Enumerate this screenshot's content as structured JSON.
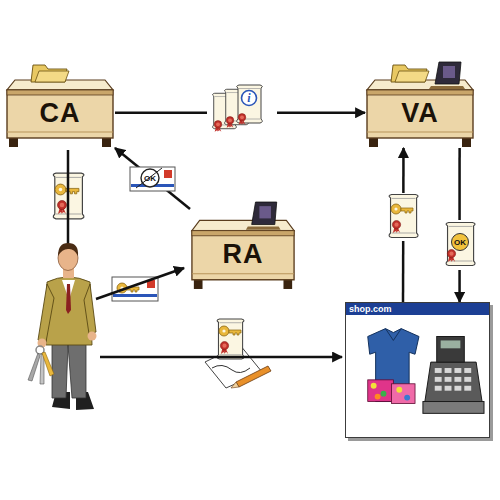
{
  "diagram": {
    "nodes": [
      {
        "text": [
          "CA"
        ]
      },
      {
        "text": [
          "VA"
        ]
      },
      {
        "text": [
          "RA"
        ]
      },
      {
        "text": [
          "shop.com"
        ]
      }
    ],
    "edges": [
      {
        "from": 0,
        "to": 1,
        "arrow": "to"
      },
      {
        "from": 2,
        "to": 0,
        "arrow": "to"
      },
      {
        "from": 3,
        "to": 1,
        "arrow": "to"
      },
      {
        "from": 1,
        "to": 3,
        "arrow": "to"
      }
    ],
    "labels": [
      "i",
      "OK",
      "OK"
    ]
  }
}
